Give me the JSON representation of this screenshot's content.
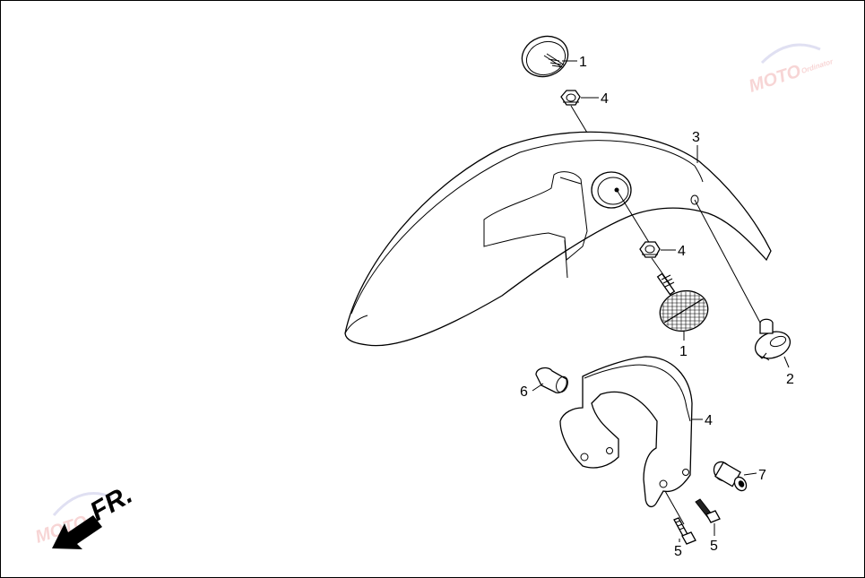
{
  "diagram": {
    "direction_label": "FR.",
    "watermark": {
      "brand": "MOTO",
      "sub": "Ordinator"
    },
    "callouts": {
      "c1_top": "1",
      "c4_top": "4",
      "c3": "3",
      "c4_mid": "4",
      "c1_mid": "1",
      "c2": "2",
      "c6": "6",
      "c4_bracket": "4",
      "c7": "7",
      "c5_left": "5",
      "c5_right": "5"
    }
  }
}
